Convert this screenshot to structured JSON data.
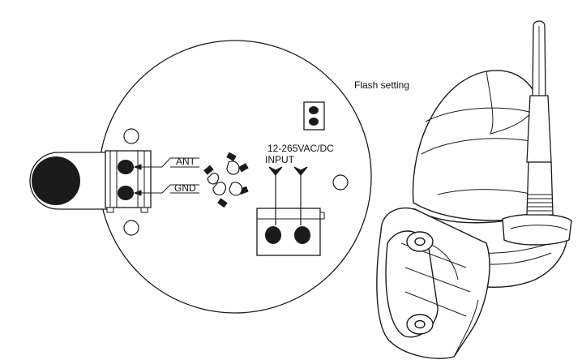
{
  "labels": {
    "ant": "ANT",
    "gnd": "GND",
    "voltage": "12-265VAC/DC",
    "input": "INPUT",
    "flash_setting": "Flash setting"
  },
  "colors": {
    "stroke": "#1a1a1a",
    "fill_dark": "#1a1a1a",
    "background": "#ffffff"
  }
}
